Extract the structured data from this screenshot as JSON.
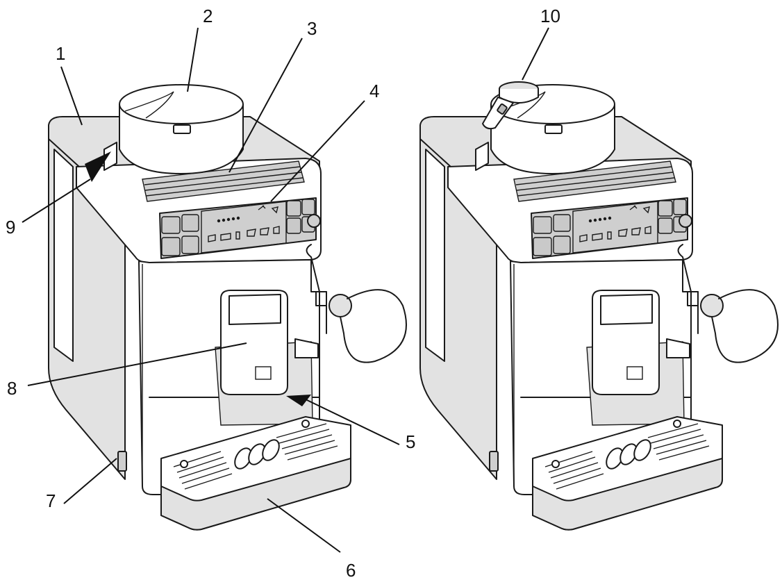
{
  "callouts": [
    {
      "id": "1",
      "label": "1"
    },
    {
      "id": "2",
      "label": "2"
    },
    {
      "id": "3",
      "label": "3"
    },
    {
      "id": "4",
      "label": "4"
    },
    {
      "id": "5",
      "label": "5"
    },
    {
      "id": "6",
      "label": "6"
    },
    {
      "id": "7",
      "label": "7"
    },
    {
      "id": "8",
      "label": "8"
    },
    {
      "id": "9",
      "label": "9"
    },
    {
      "id": "10",
      "label": "10"
    }
  ],
  "colors": {
    "line": "#1a1a1a",
    "panel": "#c9c9c9",
    "shade": "#e2e2e2",
    "background": "#ffffff"
  }
}
